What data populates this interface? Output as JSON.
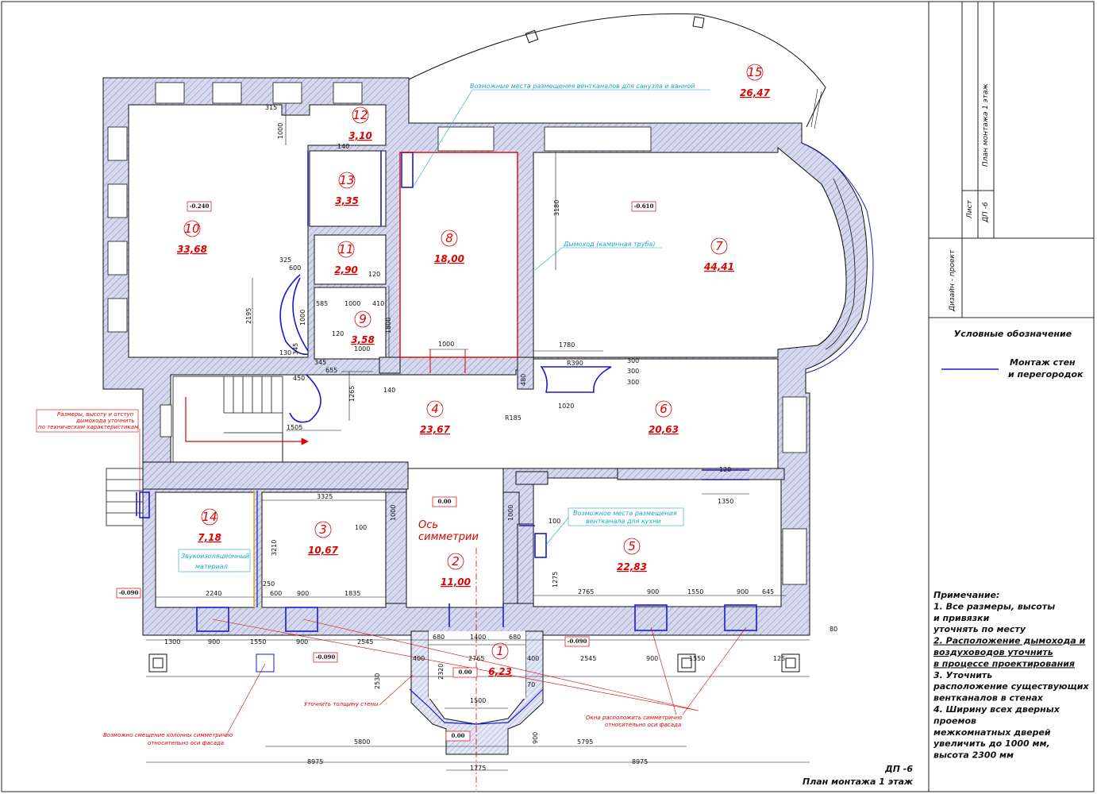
{
  "rooms": [
    {
      "num": "1",
      "area": "6,23"
    },
    {
      "num": "2",
      "area": "11,00"
    },
    {
      "num": "3",
      "area": "10,67"
    },
    {
      "num": "4",
      "area": "23,67"
    },
    {
      "num": "5",
      "area": "22,83"
    },
    {
      "num": "6",
      "area": "20,63"
    },
    {
      "num": "7",
      "area": "44,41"
    },
    {
      "num": "8",
      "area": "18,00"
    },
    {
      "num": "9",
      "area": "3,58"
    },
    {
      "num": "10",
      "area": "33,68"
    },
    {
      "num": "11",
      "area": "2,90"
    },
    {
      "num": "12",
      "area": "3,10"
    },
    {
      "num": "13",
      "area": "3,35"
    },
    {
      "num": "14",
      "area": "7,18"
    },
    {
      "num": "15",
      "area": "26,47"
    }
  ],
  "levels": [
    "-0.240",
    "-0.610",
    "0.00",
    "0.00",
    "0.00",
    "-0.090",
    "-0.090",
    "-0.090"
  ],
  "dimensions": {
    "d315": "315",
    "d1000a": "1000",
    "d140a": "140",
    "d3180": "3180",
    "d325": "325",
    "d600a": "600",
    "d2195": "2195",
    "d1000b": "1000",
    "d585": "585",
    "d1000c": "1000",
    "d410": "410",
    "d120a": "120",
    "d120b": "120",
    "d1800": "1800",
    "d130": "130",
    "d345a": "345",
    "d345b": "345",
    "d655": "655",
    "d1000d": "1000",
    "d140b": "140",
    "d1000e": "1000",
    "d1780": "1780",
    "dR390": "R390",
    "d300a": "300",
    "d300b": "300",
    "d300c": "300",
    "d480": "480",
    "d450": "450",
    "d1265": "1265",
    "d1505": "1505",
    "dR185": "R185",
    "d1020": "1020",
    "d120c": "120",
    "d1350": "1350",
    "d3325": "3325",
    "d100a": "100",
    "d1000f": "1000",
    "d1000g": "1000",
    "d100b": "100",
    "d3210": "3210",
    "d250": "250",
    "d1275": "1275",
    "d2240": "2240",
    "d600b": "600",
    "d900a": "900",
    "d1835": "1835",
    "d2765a": "2765",
    "d900b": "900",
    "d1550a": "1550",
    "d900c": "900",
    "d645": "645",
    "d80": "80",
    "d680a": "680",
    "d1400": "1400",
    "d680b": "680",
    "d1300": "1300",
    "d900d": "900",
    "d1550b": "1550",
    "d900e": "900",
    "d2545a": "2545",
    "d400a": "400",
    "d2765b": "2765",
    "d400b": "400",
    "d2545b": "2545",
    "d900f": "900",
    "d1550c": "1550",
    "d125": "125",
    "d2320": "2320",
    "d2530": "2530",
    "d70": "70",
    "d1500": "1500",
    "d5800": "5800",
    "d900g": "900",
    "d5795": "5795",
    "d1775": "1775",
    "d8975a": "8975",
    "d8975b": "8975"
  },
  "notes": {
    "vent_bath": "Возможные места размещения вентканалов для санузла и ванной",
    "chimney": "Дымоход (каминная труба)",
    "vent_kitchen_1": "Возможное места размещения",
    "vent_kitchen_2": "вентканала для кухни",
    "soundproof_1": "Звукоизоляционный",
    "soundproof_2": "материал",
    "axis_1": "Ось",
    "axis_2": "симметрии",
    "chimney_dims_1": "Размеры, высоту и отступ",
    "chimney_dims_2": "дымохода уточнить",
    "chimney_dims_3": "по техническим характеристикам",
    "wall_thickness": "Уточнить толщину стены",
    "windows_sym_1": "Окна расположить симметрично",
    "windows_sym_2": "относительно оси фасада",
    "column_shift_1": "Возможно смещение колонны симметрично",
    "column_shift_2": "относительно оси фасада"
  },
  "title_block": {
    "sheet_title": "План монтажа 1 этаж",
    "sheet_label": "Лист",
    "sheet_number": "ДП -6",
    "project_type": "Дизайн - проект"
  },
  "legend": {
    "title": "Условные обозначение",
    "item_line1": "Монтаж стен",
    "item_line2": "и перегородок",
    "line_color": "#1a1ad0"
  },
  "remarks": [
    "Примечание:",
    "1. Все размеры, высоты",
    "и привязки",
    "уточнять по месту",
    "2. Расположение дымохода и",
    "воздуховодов уточнить",
    "в процессе проектирования",
    "3. Уточнить",
    "расположение существующих",
    "вентканалов в стенах",
    "4. Ширину всех дверных",
    "проемов",
    "межкомнатных дверей",
    "увеличить до 1000 мм,",
    "высота 2300 мм"
  ],
  "stamp": {
    "code": "ДП -6",
    "title": "План монтажа  1 этаж"
  },
  "colors": {
    "wall_fill": "#c8cce6",
    "new_wall": "#1a1ad0",
    "annotation_red": "#e00000",
    "annotation_cyan": "#1aa7c8"
  }
}
